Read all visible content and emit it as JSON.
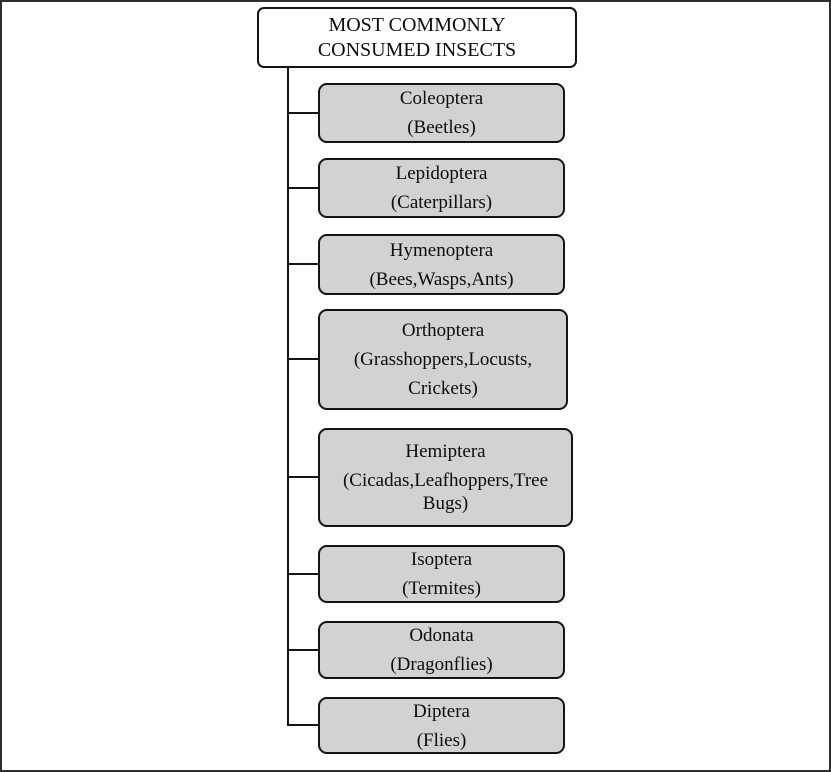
{
  "diagram": {
    "root": {
      "title": "MOST COMMONLY CONSUMED INSECTS"
    },
    "children": [
      {
        "lines": [
          "Coleoptera",
          "(Beetles)"
        ]
      },
      {
        "lines": [
          "Lepidoptera",
          "(Caterpillars)"
        ]
      },
      {
        "lines": [
          "Hymenoptera",
          "(Bees,Wasps,Ants)"
        ]
      },
      {
        "lines": [
          "Orthoptera",
          "(Grasshoppers,Locusts,",
          "Crickets)"
        ]
      },
      {
        "lines": [
          "Hemiptera",
          "(Cicadas,Leafhoppers,Tree",
          "Bugs)"
        ]
      },
      {
        "lines": [
          "Isoptera",
          "(Termites)"
        ]
      },
      {
        "lines": [
          "Odonata",
          "(Dragonflies)"
        ]
      },
      {
        "lines": [
          "Diptera",
          "(Flies)"
        ]
      }
    ],
    "colors": {
      "child_fill": "#d2d2d2",
      "root_fill": "#ffffff",
      "border": "#141414",
      "text": "#0c0c0c",
      "background": "#ffffff"
    }
  }
}
